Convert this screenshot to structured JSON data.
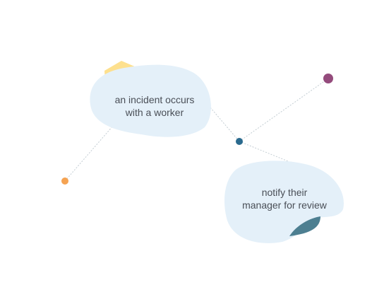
{
  "nodes": {
    "incident": {
      "line1": "an incident occurs",
      "line2": "with a worker",
      "bubble_color": "#e4f0f9",
      "accent_color": "#fde08e"
    },
    "notify": {
      "line1": "notify their",
      "line2": "manager for review",
      "bubble_color": "#e4f0f9",
      "accent_color": "#4d7f91"
    }
  },
  "colors": {
    "connector": "#c3cdd3",
    "hub_dot": "#2a6a8e",
    "top_right_dot": "#944b7c",
    "left_dot": "#f5a352"
  }
}
